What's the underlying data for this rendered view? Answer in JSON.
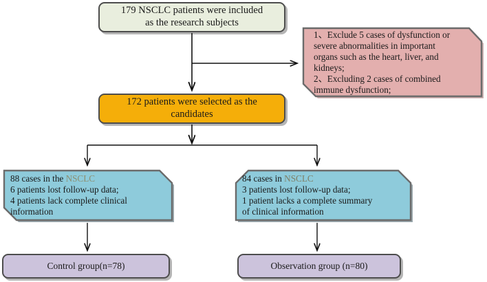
{
  "diagram": {
    "title": "NSCLC patient enrollment flow chart",
    "type": "flowchart",
    "palette": {
      "included_fill": "#e9eede",
      "exclusion_fill": "#e3afae",
      "candidates_fill": "#f5ae09",
      "detail_fill": "#8ecbdb",
      "group_fill": "#ccc3dc",
      "stroke": "#4d4d4d",
      "edge": "#111111",
      "highlight_text": "#8c8f72"
    }
  },
  "nodes": {
    "included": {
      "text": "179 NSCLC patients were included\nas the research subjects",
      "shape": "rounded-rect"
    },
    "exclusions": {
      "line1": "1、Exclude 5 cases of dysfunction or",
      "line2": "severe abnormalities in important",
      "line3": "organs such as the heart, liver, and",
      "line4": "kidneys;",
      "line5": "2、Excluding 2 cases of combined",
      "line6": "immune dysfunction;",
      "shape": "chamfered-rect"
    },
    "candidates": {
      "text": "172 patients were selected as the\ncandidates",
      "shape": "rounded-rect"
    },
    "left_detail": {
      "line1_pre": "88 cases in the ",
      "line1_hl": "NSCLC",
      "line2": "6 patients lost follow-up data;",
      "line3": "4 patients lack complete clinical",
      "line4": "information",
      "shape": "chamfered-rect"
    },
    "right_detail": {
      "line1_pre": "84 cases in ",
      "line1_hl": "NSCLC",
      "line2": "3 patients lost follow-up data;",
      "line3": "1 patient lacks a complete summary",
      "line4": "of clinical information",
      "shape": "chamfered-rect"
    },
    "control_group": {
      "text": "Control group(n=78)",
      "shape": "rounded-rect"
    },
    "observation_group": {
      "text": "Observation group (n=80)",
      "shape": "rounded-rect"
    }
  },
  "edges": [
    {
      "name": "included-to-candidates",
      "from": "included",
      "to": "candidates",
      "arrow": true
    },
    {
      "name": "included-to-exclusions",
      "from": "included",
      "to": "exclusions",
      "arrow": true
    },
    {
      "name": "candidates-to-split",
      "from": "candidates",
      "to": "split-junction",
      "arrow": true
    },
    {
      "name": "split-to-left-detail",
      "from": "split-junction",
      "to": "left_detail",
      "arrow": true
    },
    {
      "name": "split-to-right-detail",
      "from": "split-junction",
      "to": "right_detail",
      "arrow": true
    },
    {
      "name": "left-detail-to-control",
      "from": "left_detail",
      "to": "control_group",
      "arrow": true
    },
    {
      "name": "right-detail-to-observation",
      "from": "right_detail",
      "to": "observation_group",
      "arrow": true
    }
  ]
}
